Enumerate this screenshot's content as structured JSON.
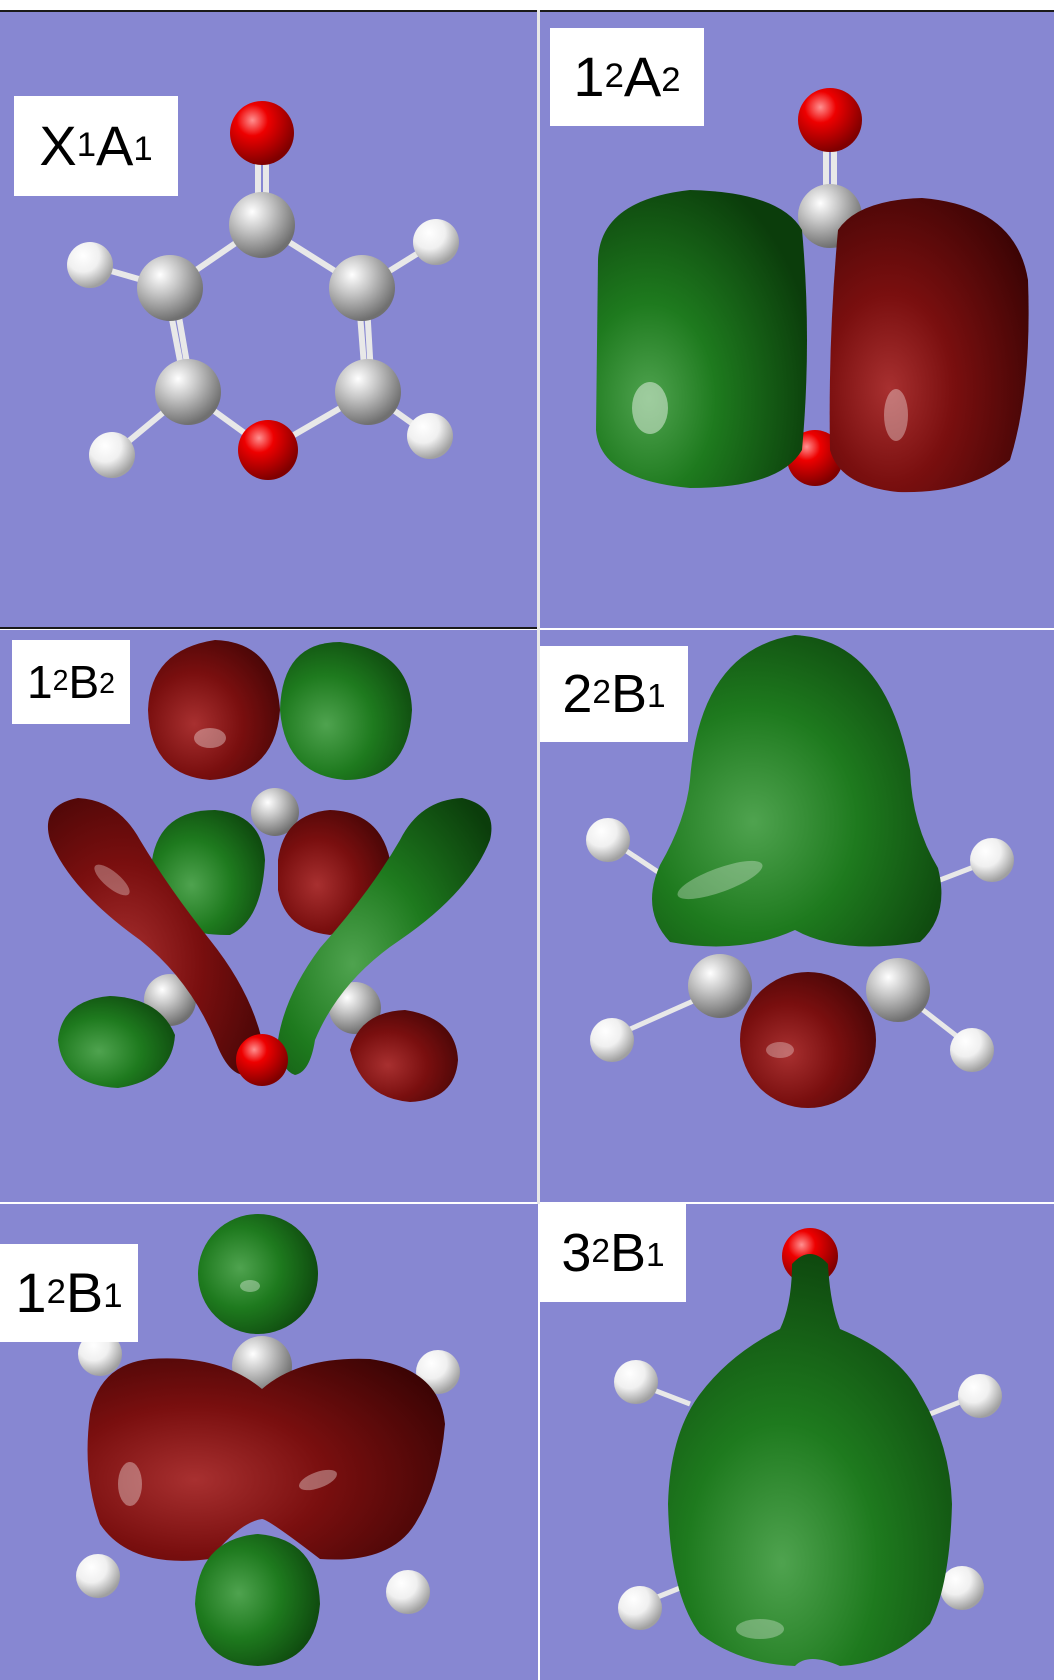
{
  "figure": {
    "panels": [
      {
        "id": "x1a1",
        "label": {
          "base": "X",
          "sup": "1",
          "main": "A",
          "sub": "1"
        },
        "orbital": "none"
      },
      {
        "id": "1-2a2",
        "label": {
          "base": "1",
          "sup": "2",
          "main": "A",
          "sub": "2"
        },
        "orbital": "a2-pi"
      },
      {
        "id": "1-2b2",
        "label": {
          "base": "1",
          "sup": "2",
          "main": "B",
          "sub": "2"
        },
        "orbital": "b2-sigma"
      },
      {
        "id": "2-2b1",
        "label": {
          "base": "2",
          "sup": "2",
          "main": "B",
          "sub": "1"
        },
        "orbital": "b1-pi-2"
      },
      {
        "id": "1-2b1",
        "label": {
          "base": "1",
          "sup": "2",
          "main": "B",
          "sub": "1"
        },
        "orbital": "b1-pi-1"
      },
      {
        "id": "3-2b1",
        "label": {
          "base": "3",
          "sup": "2",
          "main": "B",
          "sub": "1"
        },
        "orbital": "b1-pi-3"
      }
    ],
    "colors": {
      "background": "#8787d2",
      "lobe_positive": "#1f7a1f",
      "lobe_negative": "#7a0f0f",
      "carbon": "#b4b4b4",
      "oxygen": "#e00000",
      "hydrogen": "#f2f2f2"
    }
  }
}
